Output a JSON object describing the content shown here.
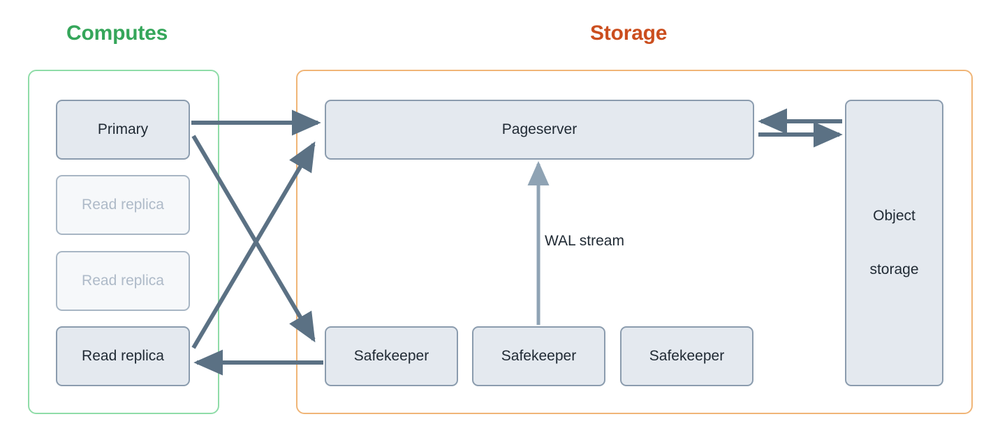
{
  "diagram": {
    "title_computes": "Computes",
    "title_storage": "Storage",
    "colors": {
      "computes_accent": "#35a65a",
      "storage_accent": "#cb4e1e",
      "computes_frame": "#8fdca8",
      "storage_frame": "#f0b577",
      "node_fill_active": "#e4e9ef",
      "node_fill_dim": "#f6f8fa",
      "node_border": "#8b9cae",
      "node_text": "#1f2933",
      "node_text_dim": "#aebac8",
      "arrow": "#5b7184",
      "arrow_light": "#8fa3b4",
      "background": "#ffffff"
    }
  },
  "computes": {
    "title": "Computes",
    "nodes": [
      {
        "id": "primary",
        "label": "Primary",
        "state": "active"
      },
      {
        "id": "replica-1",
        "label": "Read replica",
        "state": "dim"
      },
      {
        "id": "replica-2",
        "label": "Read replica",
        "state": "dim"
      },
      {
        "id": "replica-3",
        "label": "Read replica",
        "state": "active"
      }
    ]
  },
  "storage": {
    "title": "Storage",
    "pageserver": {
      "label": "Pageserver"
    },
    "safekeepers": [
      {
        "label": "Safekeeper"
      },
      {
        "label": "Safekeeper"
      },
      {
        "label": "Safekeeper"
      }
    ],
    "object_storage": {
      "line1": "Object",
      "line2": "storage"
    }
  },
  "edges": [
    {
      "id": "primary-to-pageserver",
      "from": "Primary",
      "to": "Pageserver",
      "label": "",
      "style": "solid-arrow"
    },
    {
      "id": "primary-to-safekeeper",
      "from": "Primary",
      "to": "Safekeeper",
      "label": "",
      "style": "solid-arrow"
    },
    {
      "id": "replica-to-pageserver",
      "from": "Read replica",
      "to": "Pageserver",
      "label": "",
      "style": "solid-arrow"
    },
    {
      "id": "safekeeper-to-replica",
      "from": "Safekeeper",
      "to": "Read replica",
      "label": "",
      "style": "solid-arrow"
    },
    {
      "id": "safekeeper-to-pageserver",
      "from": "Safekeeper",
      "to": "Pageserver",
      "label": "WAL stream",
      "style": "solid-arrow-light"
    },
    {
      "id": "objectstorage-to-pageserver",
      "from": "Object storage",
      "to": "Pageserver",
      "label": "",
      "style": "solid-arrow"
    },
    {
      "id": "pageserver-to-objectstorage",
      "from": "Pageserver",
      "to": "Object storage",
      "label": "",
      "style": "solid-arrow"
    }
  ],
  "labels": {
    "wal_stream": "WAL stream"
  }
}
